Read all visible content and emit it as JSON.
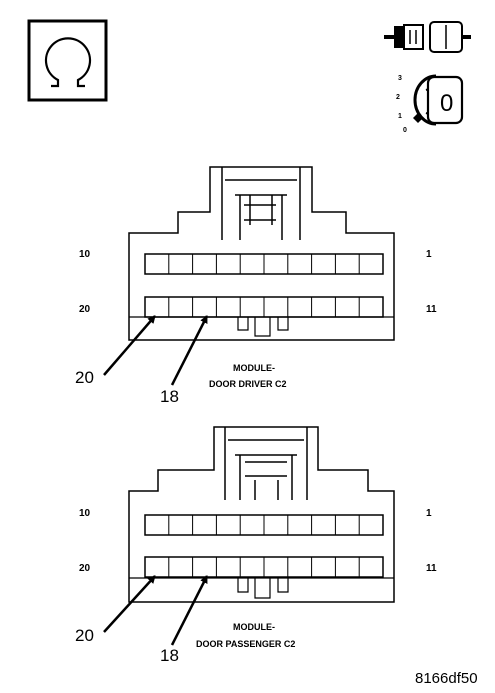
{
  "icons": {
    "meter": "ohmmeter-symbol-icon",
    "connector": "disconnected-connector-icon",
    "ignition": "ignition-key-off-icon"
  },
  "ignition_key": {
    "positions": [
      "3",
      "2",
      "1",
      "0"
    ],
    "key_text": "0"
  },
  "connectors": [
    {
      "pin_top_left": "10",
      "pin_top_right": "1",
      "pin_bottom_left": "20",
      "pin_bottom_right": "11",
      "callout_a": "20",
      "callout_b": "18",
      "caption_line1": "MODULE-",
      "caption_line2": "DOOR DRIVER C2"
    },
    {
      "pin_top_left": "10",
      "pin_top_right": "1",
      "pin_bottom_left": "20",
      "pin_bottom_right": "11",
      "callout_a": "20",
      "callout_b": "18",
      "caption_line1": "MODULE-",
      "caption_line2": "DOOR PASSENGER C2"
    }
  ],
  "figure_id": "8166df50"
}
